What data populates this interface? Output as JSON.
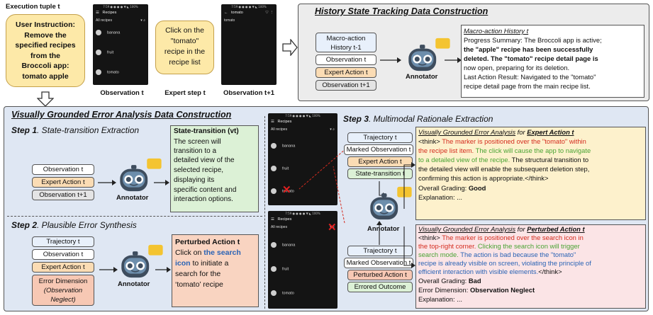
{
  "exec_tuple": {
    "title": "Execution tuple t",
    "user_instruction": [
      "User Instruction:",
      "Remove the",
      "specified recipes",
      "from the",
      "Broccoli app:",
      "tomato apple"
    ],
    "obs_t_label": "Observation t",
    "expert_step_label": "Expert step t",
    "obs_t1_label": "Observation t+1",
    "action_bubble": [
      "Click on the",
      "\"tomato\"",
      "recipe in the",
      "recipe list"
    ]
  },
  "phone_a": {
    "status": "7:59 ● ● ● ●  ▼ ◣ 100%",
    "title": "Recipes",
    "filter": "All recipes",
    "rows": [
      "banana",
      "fruit",
      "tomato"
    ]
  },
  "phone_b": {
    "status": "7:59 ● ● ● ●  ▼ ◣ 100%",
    "title": "tomato",
    "body": "tomato"
  },
  "history": {
    "title": "History State Tracking Data Construction",
    "inputs": [
      "Macro-action History t-1",
      "Observation t",
      "Expert Action t",
      "Observation t+1"
    ],
    "annotator": "Annotator",
    "out_title": "Macro-action History t",
    "out_lines": [
      "Progress Summary: The Broccoli app is active;",
      "the \"apple\" recipe has been successfully",
      "deleted. The \"tomato\" recipe detail page is",
      "now open, preparing for its deletion.",
      "Last Action Result: Navigated to the \"tomato\"",
      "recipe detail page from the main recipe list."
    ]
  },
  "error_analysis": {
    "title": "Visually Grounded Error Analysis Data Construction",
    "step1": {
      "title_bold": "Step 1",
      "title_rest": ". State-transition Extraction",
      "inputs": [
        "Observation t",
        "Expert Action t",
        "Observation t+1"
      ],
      "annotator": "Annotator",
      "out_title": "State-transition (vt)",
      "out_lines": [
        "The screen will",
        "transition to a",
        "detailed view of the",
        "selected recipe,",
        "displaying its",
        "specific content and",
        "interaction options."
      ]
    },
    "step2": {
      "title_bold": "Step 2",
      "title_rest": ". Plausible Error Synthesis",
      "inputs": [
        "Trajectory t",
        "Observation t",
        "Expert Action t"
      ],
      "dimension": [
        "Error Dimension",
        "(Observation",
        "Neglect)"
      ],
      "annotator": "Annotator",
      "out_title": "Perturbed Action t",
      "out_l1a": "Click on ",
      "out_l1b": "the search",
      "out_l2a": "icon",
      "out_l2b": " to initiate a",
      "out_l3": "search for the",
      "out_l4": "‘tomato’ recipe"
    },
    "step3": {
      "title_bold": "Step 3",
      "title_rest": ". Multimodal Rationale Extraction",
      "top_inputs": [
        "Trajectory t",
        "Marked Observation t",
        "Expert Action t",
        "State-transition t"
      ],
      "bottom_inputs": [
        "Trajectory t",
        "Marked Observation t",
        "Perturbed Action t",
        "Errored Outcome"
      ],
      "annotator": "Annotator",
      "good": {
        "title_a": "Visually Grounded Error Analysis",
        "title_b": " for ",
        "title_c": "Expert Action t",
        "l1a": "<think> ",
        "l1b": "The marker is positioned over the \"tomato\" within",
        "l2": "the recipe list item.",
        "l2b": " The click will cause the app to navigate",
        "l3": "to a detailed view of the recipe.",
        "l3b": " The structural transition to",
        "l4": "the detailed view will enable the subsequent deletion step,",
        "l5": "confirming this action is appropriate.</think>",
        "grade_label": "Overall Grading: ",
        "grade": "Good",
        "expl": "Explanation: ..."
      },
      "bad": {
        "title_a": "Visually Grounded Error Analysis",
        "title_b": " for ",
        "title_c": "Perturbed Action t",
        "l1a": "<think> ",
        "l1b": "The marker is positioned over the search icon in",
        "l2": "the top-right corner.",
        "l2b": " Clicking the search icon will trigger",
        "l3": "search mode.",
        "l3b": " The action is bad because the \"tomato\"",
        "l4": "recipe is already visible on screen, violating the principle of",
        "l5": "efficient interaction with visible elements.",
        "l5b": "</think>",
        "grade_label": "Overall Grading: ",
        "grade": "Bad",
        "dim_label": "Error Dimension: ",
        "dim": "Observation Neglect",
        "expl": "Explanation: ..."
      }
    },
    "phone_c": {
      "status": "7:59 ● ● ● ●  ▼ ◣ 100%",
      "title": "Recipes",
      "filter": "All recipes",
      "rows": [
        "banana",
        "fruit",
        "tomato"
      ]
    },
    "phone_d": {
      "status": "7:59 ● ● ● ●  ▼ ◣ 100%",
      "title": "Recipes",
      "filter": "All recipes",
      "rows": [
        "banana",
        "fruit",
        "tomato"
      ]
    }
  },
  "colors": {
    "panel_bg": "#dfe7f3",
    "history_bg": "#ececec",
    "yellow_box": "#fde9a8",
    "green_box": "#dcf1d6",
    "salmon_box": "#f9d4c1",
    "bad_box": "#fbe4e6",
    "good_box": "#fdf1cc"
  }
}
